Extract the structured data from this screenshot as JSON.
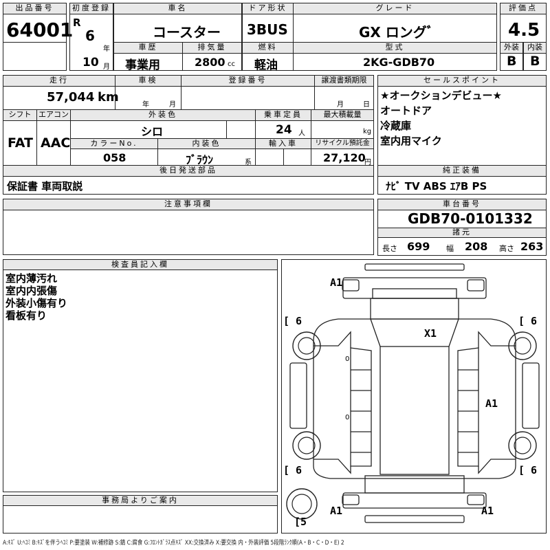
{
  "header": {
    "lot_label": "出品番号",
    "lot_number": "64001",
    "first_reg_label": "初度登録",
    "era": "R",
    "year_value": "6",
    "year_unit": "年",
    "month_value": "10",
    "month_unit": "月",
    "car_name_label": "車名",
    "car_name": "コースター",
    "door_label": "ドア形状",
    "door_value": "3BUS",
    "grade_label": "グレード",
    "grade_value": "GX ロングﾞ",
    "score_label": "評価点",
    "score_value": "4.5",
    "history_label": "車歴",
    "history_value": "事業用",
    "displacement_label": "排気量",
    "displacement_value": "2800",
    "displacement_unit": "cc",
    "fuel_label": "燃料",
    "fuel_value": "軽油",
    "model_label": "型式",
    "model_value": "2KG-GDB70",
    "exterior_label": "外装",
    "exterior_value": "B",
    "interior_label": "内装",
    "interior_value": "B"
  },
  "specs": {
    "mileage_label": "走行",
    "mileage_value": "57,044",
    "mileage_unit": "km",
    "inspection_label": "車検",
    "inspection_year_unit": "年",
    "inspection_month_unit": "月",
    "registration_label": "登録番号",
    "transfer_label": "譲渡書類期限",
    "transfer_month_unit": "月",
    "transfer_day_unit": "日",
    "shift_label": "シフト",
    "shift_value": "FAT",
    "aircon_label": "エアコン",
    "aircon_value": "AAC",
    "ext_color_label": "外装色",
    "ext_color_value": "シロ",
    "capacity_label": "乗車定員",
    "capacity_value": "24",
    "capacity_unit": "人",
    "max_load_label": "最大積載量",
    "max_load_unit": "kg",
    "color_no_label": "カラーNo.",
    "color_no_value": "058",
    "int_color_label": "内装色",
    "int_color_value": "ﾌﾞﾗｳﾝ",
    "int_color_unit": "系",
    "import_label": "輸入車",
    "recycle_label": "リサイクル預託金",
    "recycle_value": "27,120",
    "recycle_unit": "円",
    "later_parts_label": "後日発送部品",
    "later_parts_value": "保証書 車両取説",
    "notes_label": "注意事項欄"
  },
  "sales": {
    "label": "セールスポイント",
    "items": [
      "★オークションデビュー★",
      "オートドア",
      "冷蔵庫",
      "室内用マイク"
    ]
  },
  "equipment": {
    "label": "純正装備",
    "value": "ﾅﾋﾞ TV ABS ｴｱB PS"
  },
  "chassis": {
    "label": "車台番号",
    "value": "GDB70-0101332"
  },
  "dimensions": {
    "label": "諸元",
    "length_label": "長さ",
    "length_value": "699",
    "width_label": "幅",
    "width_value": "208",
    "height_label": "高さ",
    "height_value": "263"
  },
  "inspector": {
    "label": "検査員記入欄",
    "lines": [
      "室内薄汚れ",
      "室内内張傷",
      "外装小傷有り",
      "看板有り"
    ]
  },
  "office": {
    "label": "事務局よりご案内"
  },
  "diagram_marks": {
    "a1_top": "A1",
    "x1": "X1",
    "a1_right": "A1",
    "a1_bottom_left": "A1",
    "a1_bottom_right": "A1",
    "tire_fl": "[ 6",
    "tire_fr": "[ 6",
    "tire_rl": "[ 6",
    "tire_rr": "[ 6",
    "spare": "[5",
    "zero_a": "0",
    "zero_b": "0"
  },
  "legend": "A:ｷｽﾞ U:ﾍｺﾐ B:ｷｽﾞを伴うﾍｺﾐ P:要塗装 W:補修跡 S:錆 C:腐食 G:ﾌﾛﾝﾄｶﾞﾗｽ点ｷｽﾞ XX:交換済み X:要交換 内・外装評価 5段階ﾗﾝｸ順(A・B・C・D・E) 2"
}
